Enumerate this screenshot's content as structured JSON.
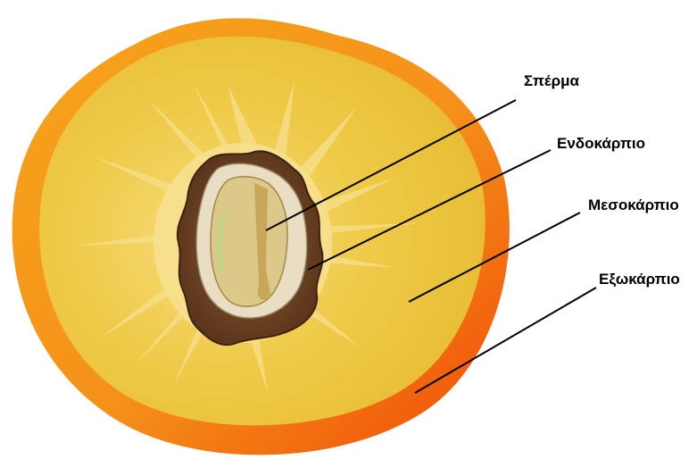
{
  "labels": {
    "seed": "Σπέρμα",
    "endocarp": "Ενδοκάρπιο",
    "mesocarp": "Μεσοκάρπιο",
    "exocarp": "Εξωκάρπιο"
  },
  "colors": {
    "exocarp_outer": "#f47f0f",
    "exocarp_red": "#f05a0a",
    "flesh": "#ebc53e",
    "flesh_light": "#f3d76a",
    "flesh_center": "#f5dc7a",
    "stone": "#7a4b25",
    "stone_dark": "#5a3416",
    "seed_coat": "#e8ddc2",
    "seed": "#dcc98a",
    "seed_inner": "#caa95a"
  }
}
